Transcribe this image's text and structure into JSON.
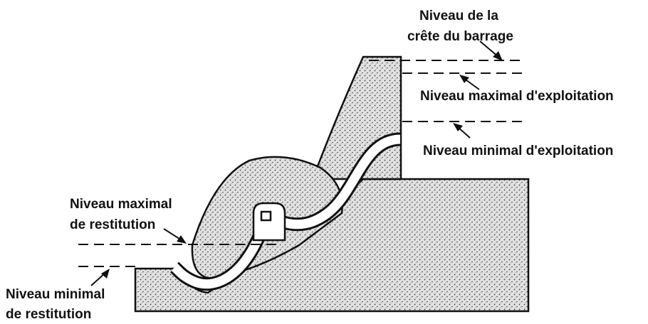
{
  "labels": {
    "crest_line1": "Niveau de la",
    "crest_line2": "crête du barrage",
    "max_operation": "Niveau maximal d'exploitation",
    "min_operation": "Niveau minimal d'exploitation",
    "max_return_line1": "Niveau maximal",
    "max_return_line2": "de restitution",
    "min_return_line1": "Niveau minimal",
    "min_return_line2": "de restitution"
  },
  "colors": {
    "ink": "#111111",
    "stipple_bg": "#e2e2e2",
    "stipple_dot": "#3a3a3a",
    "void": "#ffffff"
  }
}
